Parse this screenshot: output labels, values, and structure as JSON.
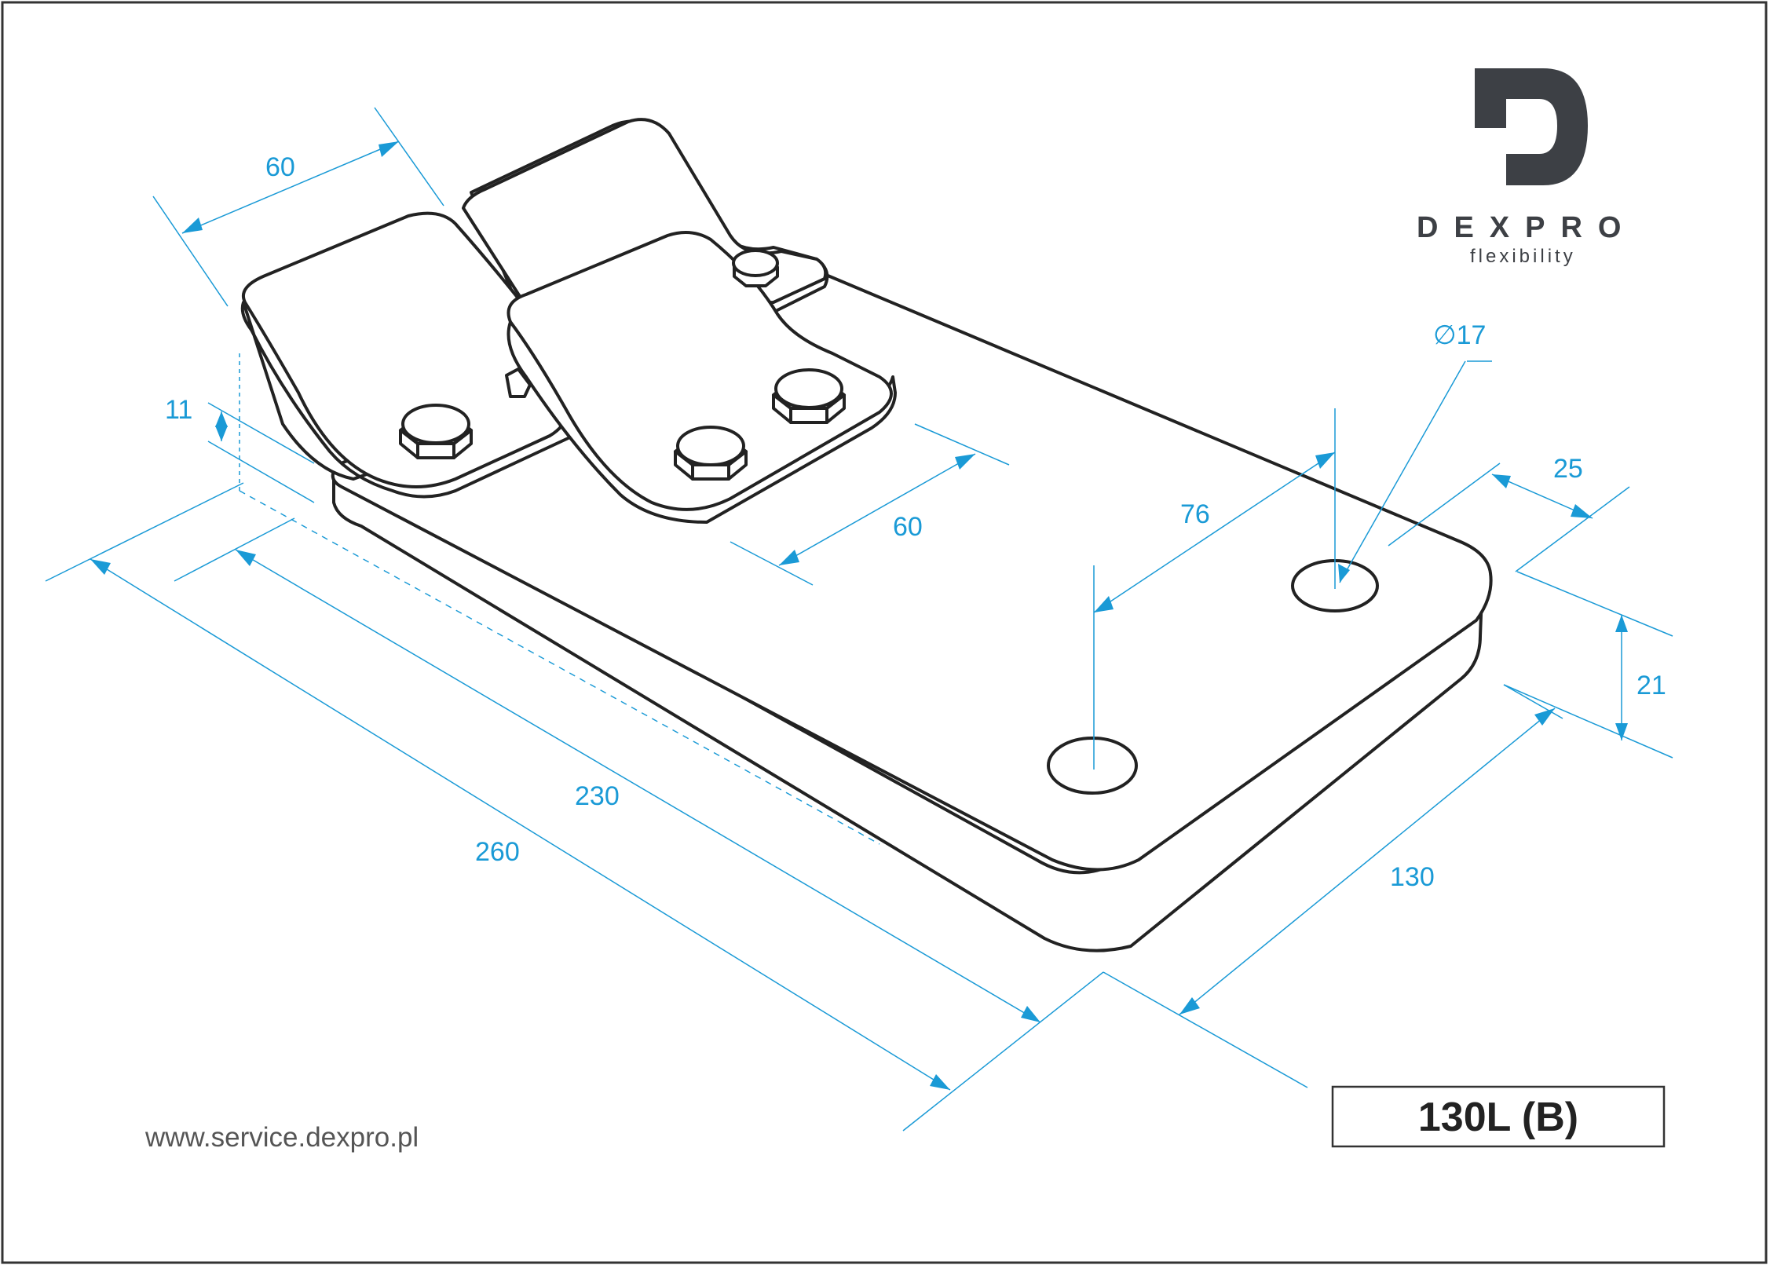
{
  "brand": {
    "logo_letter": "D",
    "name": "DEXPRO",
    "tagline": "flexibility"
  },
  "website": "www.service.dexpro.pl",
  "model_code": "130L (B)",
  "dimensions": {
    "plate_width_top": "60",
    "plate_width_front": "60",
    "hole_diameter": "∅17",
    "plate_thickness": "11",
    "hole_spacing": "76",
    "hole_edge_offset": "25",
    "base_thickness": "21",
    "inner_length": "230",
    "total_length": "260",
    "base_width": "130"
  },
  "colors": {
    "dimension": "#1a9ad6",
    "outline": "#222222",
    "brand": "#3d4045"
  }
}
